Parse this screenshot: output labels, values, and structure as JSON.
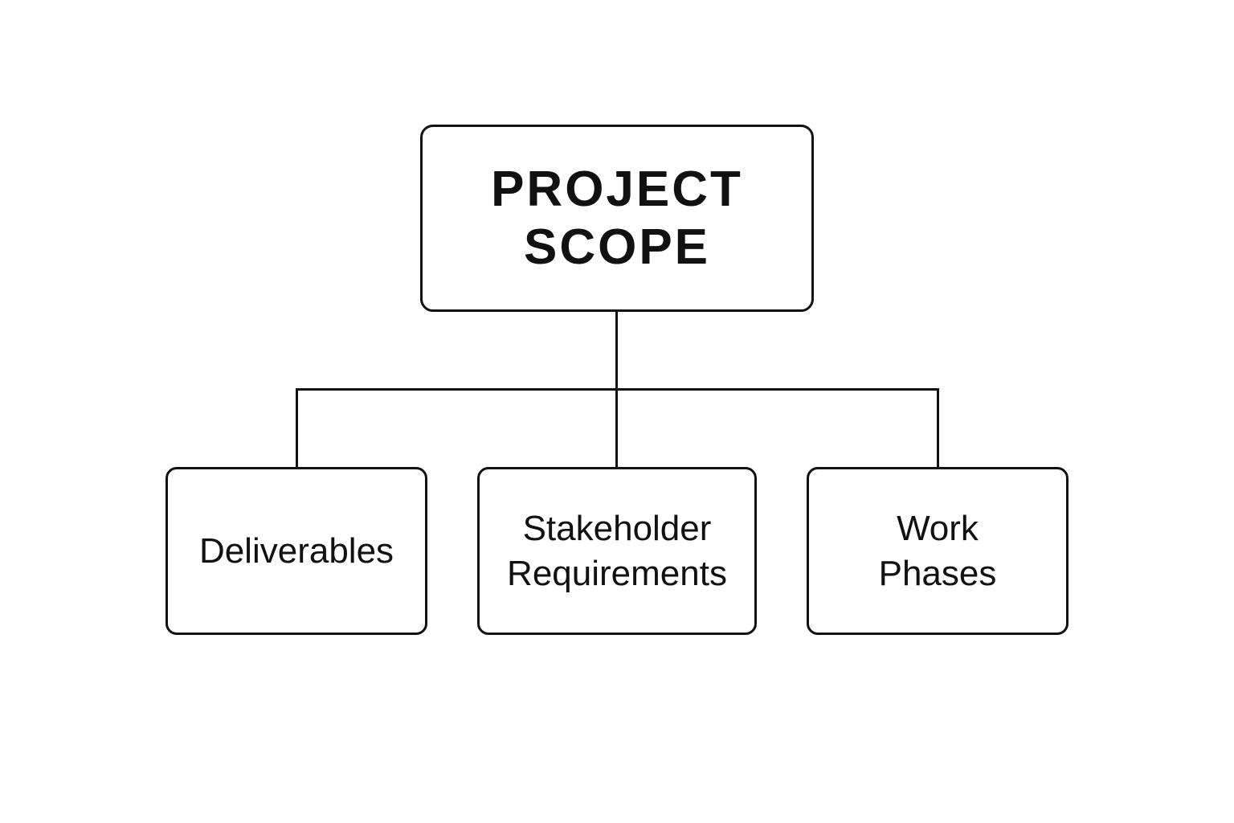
{
  "diagram": {
    "type": "hierarchy",
    "root": {
      "lines": [
        "PROJECT",
        "SCOPE"
      ]
    },
    "children": [
      {
        "lines": [
          "Deliverables"
        ]
      },
      {
        "lines": [
          "Stakeholder",
          "Requirements"
        ]
      },
      {
        "lines": [
          "Work",
          "Phases"
        ]
      }
    ],
    "colors": {
      "stroke": "#111111",
      "background": "#ffffff",
      "text": "#111111"
    }
  }
}
